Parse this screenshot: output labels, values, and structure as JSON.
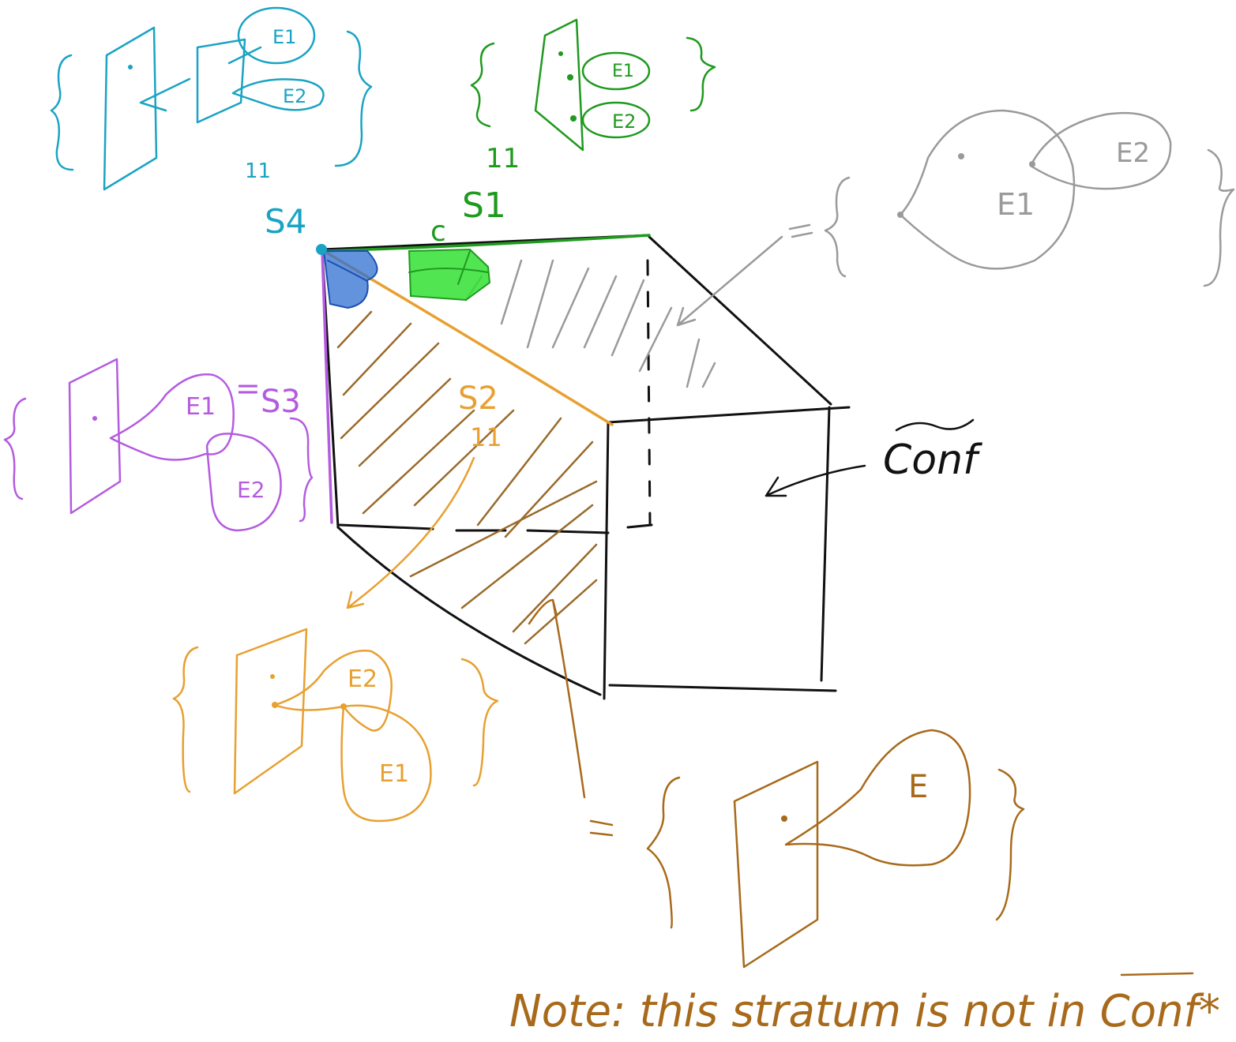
{
  "colors": {
    "cyan": "#1aa3c4",
    "green": "#1f9a1f",
    "bright_green": "#33e033",
    "gray": "#9a9a9a",
    "purple": "#b45be0",
    "orange": "#e8a030",
    "brown": "#a86a1a",
    "black": "#111111",
    "blue": "#2f6fd0"
  },
  "labels": {
    "s4": "S4",
    "s1": "S1",
    "s2": "S2",
    "s3": "S3",
    "c": "c",
    "conf": "Conf",
    "equals": "=",
    "parallel_equals": "11",
    "e1": "E1",
    "e2": "E2",
    "e": "E",
    "note": "Note: this stratum is not in Conf*"
  }
}
